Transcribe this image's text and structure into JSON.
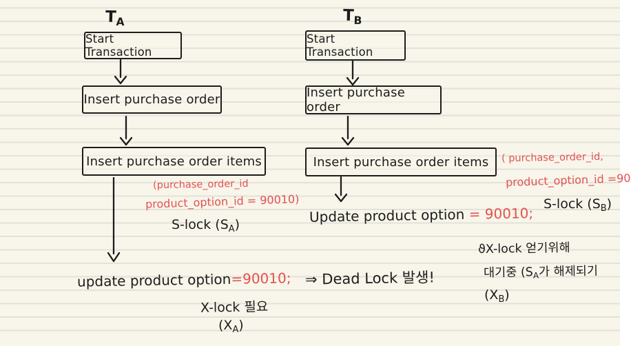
{
  "colors": {
    "paper": "#f8f5ea",
    "rule_line": "#e2e2da",
    "ink": "#1c1c1c",
    "red": "#e25252"
  },
  "left": {
    "title_main": "T",
    "title_sub": "A",
    "box1": "Start Transaction",
    "box2": "Insert purchase order",
    "box3": "Insert purchase order items",
    "lock_note_line1": "(purchase_order_id",
    "lock_note_line2": "product_option_id = 90010)",
    "slock_pre": "S-lock (S",
    "slock_sub": "A",
    "slock_post": ")",
    "update_black": "update product option",
    "update_red": "=90010;",
    "xlock_need": "X-lock 필요",
    "xa_pre": "(X",
    "xa_sub": "A",
    "xa_post": ")"
  },
  "right": {
    "title_main": "T",
    "title_sub": "B",
    "box1": "Start Transaction",
    "box2": "Insert purchase order",
    "box3": "Insert purchase order items",
    "lock_note_line1": "( purchase_order_id,",
    "lock_note_line2": "product_option_id =90",
    "slock_pre": "S-lock (S",
    "slock_sub": "B",
    "slock_post": ")",
    "update_black": "Update product option ",
    "update_red": "= 90010;",
    "deadlock": "⇒ Dead Lock 발생!",
    "wait_mark": "ϑ",
    "wait_line1": "X-lock 얻기위해",
    "wait_line2_pre": "대기중 (S",
    "wait_line2_sub": "A",
    "wait_line2_post": "가 해제되기",
    "xb_pre": "(X",
    "xb_sub": "B",
    "xb_post": ")"
  }
}
